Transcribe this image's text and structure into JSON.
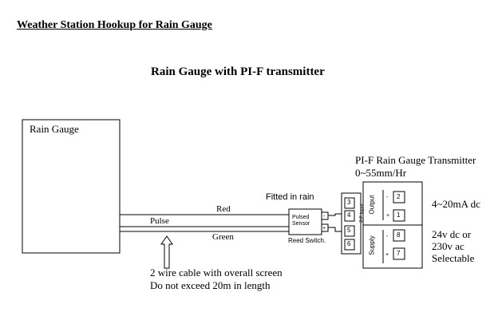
{
  "page_heading": "Weather Station Hookup for Rain Gauge",
  "diagram_title": "Rain Gauge with PI-F transmitter",
  "rain_gauge": {
    "label": "Rain Gauge"
  },
  "cable": {
    "wire_top": "Red",
    "wire_middle": "Pulse",
    "wire_bottom": "Green",
    "note_line1": "2 wire cable with overall screen",
    "note_line2": "Do not exceed 20m in length"
  },
  "reed_switch": {
    "heading": "Fitted in rain",
    "sensor_line1": "Pulsed",
    "sensor_line2": "Sensor",
    "caption": "Reed Switch."
  },
  "transmitter": {
    "title": "PI-F Rain Gauge Transmitter",
    "range": "0~55mm/Hr",
    "input_label": "P.F Input",
    "input_terminals": [
      "3",
      "4",
      "5",
      "6"
    ],
    "output_label": "Output",
    "output_terminals": [
      "2",
      "1"
    ],
    "supply_label": "Supply",
    "supply_terminals": [
      "8",
      "7"
    ],
    "output_signal": "4~20mA dc",
    "supply_line1": "24v dc or",
    "supply_line2": "230v ac",
    "supply_line3": "Selectable"
  }
}
